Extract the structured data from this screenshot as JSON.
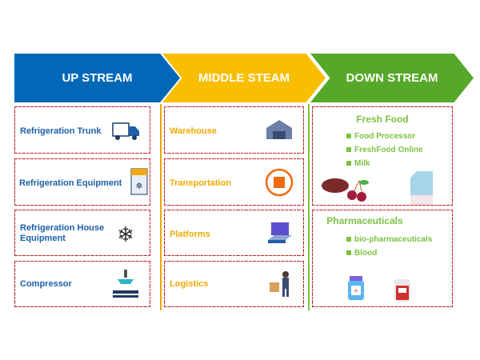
{
  "headers": {
    "up": "UP STREAM",
    "middle": "MIDDLE STEAM",
    "down": "DOWN STREAM"
  },
  "up": [
    "Refrigeration Trunk",
    "Refrigeration Equipment",
    "Refrigeration House Equipment",
    "Compressor"
  ],
  "middle": [
    "Warehouse",
    "Transportation",
    "Platforms",
    "Logistics"
  ],
  "down": {
    "fresh": {
      "title": "Fresh Food",
      "items": [
        "Food Processor",
        "FreshFood Online",
        "Milk"
      ]
    },
    "pharma": {
      "title": "Pharmaceuticals",
      "items": [
        "bio-pharmaceuticals",
        "Blood"
      ]
    }
  },
  "colors": {
    "up": "#0068b7",
    "middle": "#f9be00",
    "down": "#56a829",
    "border": "#c0202a"
  }
}
